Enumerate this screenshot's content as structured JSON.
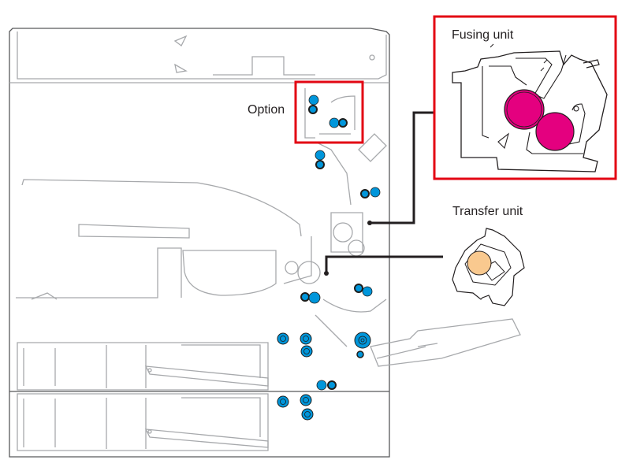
{
  "diagram": {
    "subject": "Printer cross-section with roller locations",
    "labels": {
      "option": "Option",
      "fusing_unit": "Fusing unit",
      "transfer_unit": "Transfer unit"
    },
    "colors": {
      "callout_frame": "#e30613",
      "feed_roller": "#0096db",
      "roller_hub": "#1d1d1b",
      "fusing_roller": "#e4007f",
      "transfer_roller": "#f9c98f",
      "leader_line": "#231f20",
      "outline": "#a7a9ac"
    },
    "callouts": [
      {
        "id": "option",
        "label": "Option",
        "highlight": "red-box"
      },
      {
        "id": "fusing-unit",
        "label": "Fusing unit",
        "highlight": "red-box",
        "rollers": 2
      },
      {
        "id": "transfer-unit",
        "label": "Transfer unit",
        "rollers": 1
      }
    ]
  }
}
